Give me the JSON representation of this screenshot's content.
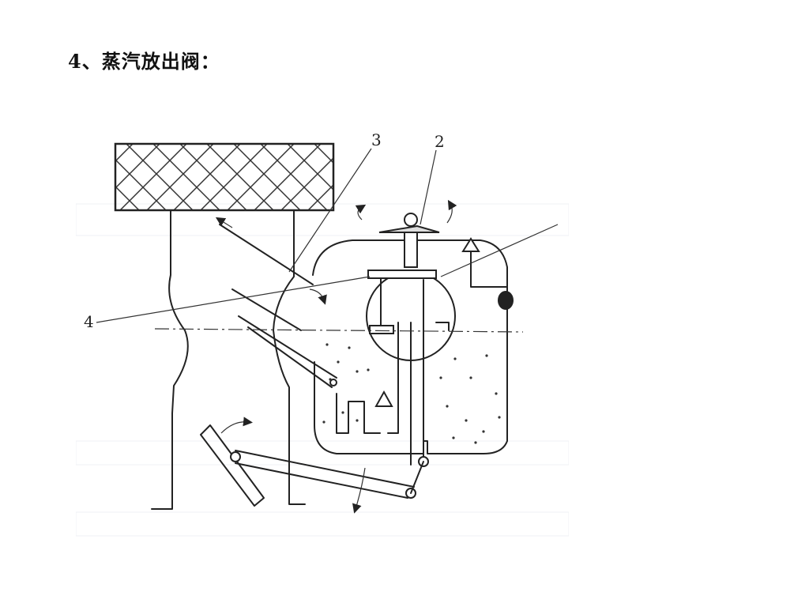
{
  "slide": {
    "title": "4、蒸汽放出阀："
  },
  "diagram": {
    "labels": {
      "part_2": "2",
      "part_3": "3",
      "part_4": "4"
    }
  }
}
